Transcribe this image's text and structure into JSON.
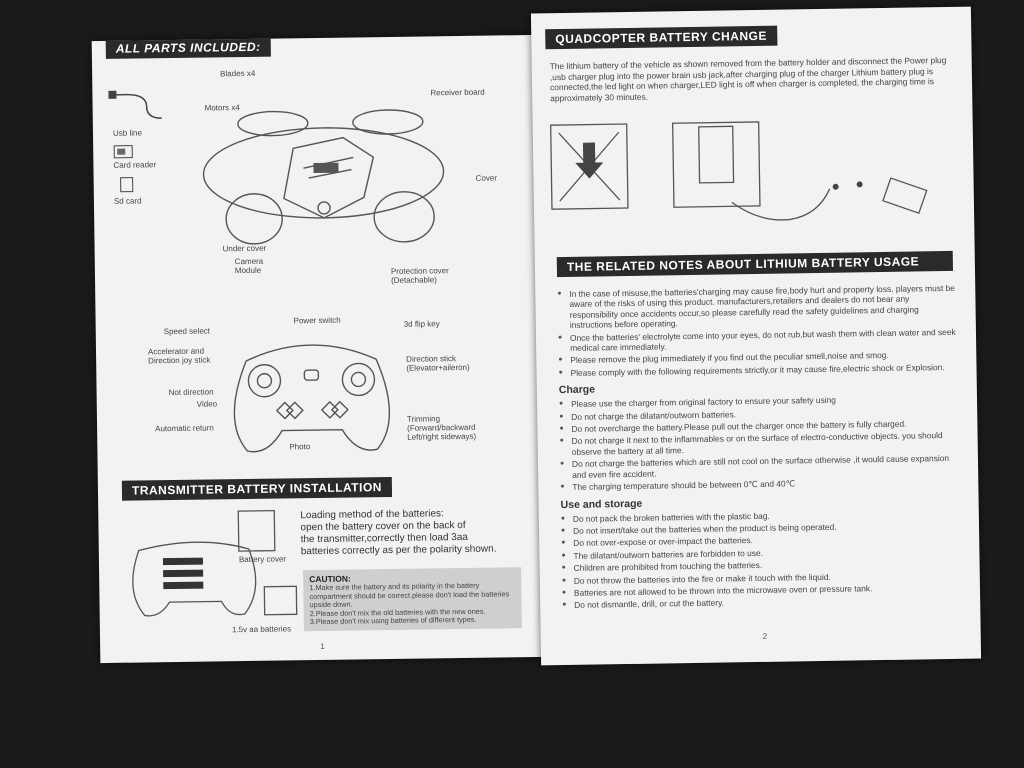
{
  "left_page": {
    "parts_title": "ALL PARTS INCLUDED:",
    "parts": {
      "blades": "Blades x4",
      "motors": "Motors x4",
      "receiver_board": "Receiver board",
      "usb_line": "Usb line",
      "card_reader": "Card reader",
      "sd_card": "Sd card",
      "cover": "Cover",
      "under_cover": "Under cover",
      "camera_module": "Camera\nModule",
      "protection_cover": "Protection cover\n(Detachable)"
    },
    "controller": {
      "power_switch": "Power switch",
      "speed_select": "Speed select",
      "flip_key": "3d flip key",
      "accelerator": "Accelerator and\nDirection joy stick",
      "direction_stick": "Direction stick\n(Elevator+aileron)",
      "not_direction": "Not direction",
      "video": "Video",
      "automatic_return": "Automatic return",
      "trimming": "Trimming\n(Forward/backward\nLeft/right sideways)",
      "photo": "Photo"
    },
    "transmitter_title": "TRANSMITTER BATTERY INSTALLATION",
    "loading_text": "Loading method of the batteries:\nopen the battery cover on the back of\nthe transmitter,correctly then load 3aa\nbatteries correctly as per the polarity shown.",
    "battery_cover": "Battery cover",
    "aa_batteries": "1.5v aa batteries",
    "caution_title": "CAUTION:",
    "caution_items": [
      "1.Make sure the battery and its polarity in the battery compartment should be correct.please don't load the batteries upside down.",
      "2.Please don't mix the old batteries with the new ones.",
      "3.Please don't mix using batteries of different types."
    ],
    "page_number": "1"
  },
  "right_page": {
    "change_title": "QUADCOPTER BATTERY CHANGE",
    "change_text": "The lithium battery of the vehicle as shown removed from the battery holder and disconnect the Power plug ,usb charger plug into the power brain usb jack,after charging plug of the charger Lithium battery plug is connected,the led light on when charger,LED light is off when charger is completed, the charging time is approximately 30 minutes.",
    "notes_title": "THE RELATED NOTES ABOUT LITHIUM BATTERY USAGE",
    "notes": [
      "In the case of misuse,the batteries'charging may cause fire,body hurt and property loss. players must be aware of the risks of using this product. manufacturers,retailers and dealers do not bear any responsibility once accidents occur,so please carefully read the safety guidelines and charging instructions before operating.",
      "Once the batteries' electrolyte come into your eyes, do not rub,but wash them with clean water and seek medical care immediately.",
      "Please remove the plug immediately if you find out the peculiar smell,noise and smog.",
      "Please comply with the following requirements strictly,or it may cause fire,electric shock or Explosion."
    ],
    "charge_title": "Charge",
    "charge_items": [
      "Please use the charger from original factory to ensure your safety using",
      "Do not charge the dilatant/outworn batteries.",
      "Do not overcharge the battery.Please pull out the charger once the battery is fully charged.",
      "Do not charge it next to the inflammables or on the surface of electro-conductive objects. you should observe the battery at all time.",
      "Do not charge the batteries which are still not cool on the surface otherwise ,it would cause expansion and even fire accident.",
      "The charging temperature should be between 0℃ and 40℃"
    ],
    "storage_title": "Use and storage",
    "storage_items": [
      "Do not pack the broken batteries with the plastic bag.",
      "Do not insert/take out the batteries when the product is being operated.",
      "Do not over-expose or over-impact the batteries.",
      "The dilatant/outworn batteries are forbidden to use.",
      "Children are prohibited from touching the batteries.",
      "Do not throw the batteries into the fire or make it touch with the liquid.",
      "Batteries are not allowed to be thrown into the microwave oven or pressure tank.",
      "Do not dismantle, drill, or cut the battery."
    ],
    "page_number": "2"
  }
}
